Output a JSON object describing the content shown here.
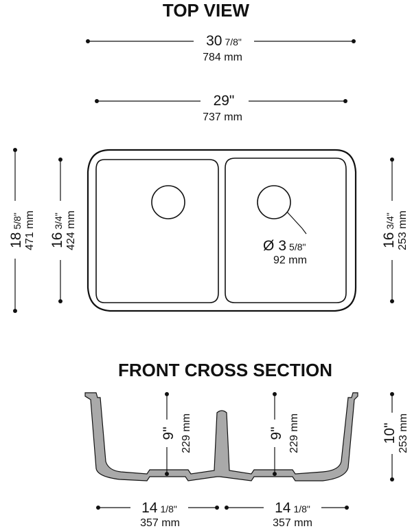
{
  "top_view": {
    "title": "TOP VIEW",
    "overall_width": {
      "whole": "30",
      "fraction": "7/8\"",
      "mm": "784 mm"
    },
    "inner_width": {
      "whole": "29\"",
      "mm": "737 mm"
    },
    "overall_depth": {
      "whole": "18",
      "fraction": "5/8\"",
      "mm": "471 mm"
    },
    "left_bowl_depth": {
      "whole": "16",
      "fraction": "3/4\"",
      "mm": "424 mm"
    },
    "right_bowl_depth": {
      "whole": "16",
      "fraction": "3/4\"",
      "mm": "253 mm"
    },
    "drain": {
      "symbol": "Ø",
      "whole": "3",
      "fraction": "5/8\"",
      "mm": "92 mm"
    }
  },
  "front_section": {
    "title": "FRONT CROSS SECTION",
    "left_bowl_depth": {
      "whole": "9\"",
      "mm": "229 mm"
    },
    "right_bowl_depth": {
      "whole": "9\"",
      "mm": "229 mm"
    },
    "overall_height": {
      "whole": "10\"",
      "mm": "253 mm"
    },
    "left_bowl_width": {
      "whole": "14",
      "fraction": "1/8\"",
      "mm": "357 mm"
    },
    "right_bowl_width": {
      "whole": "14",
      "fraction": "1/8\"",
      "mm": "357 mm"
    }
  }
}
